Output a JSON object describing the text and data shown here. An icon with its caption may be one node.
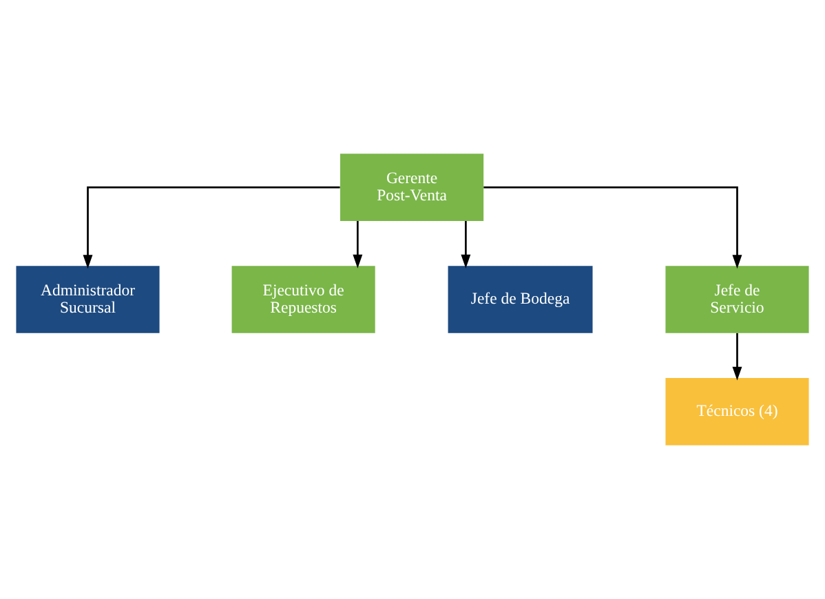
{
  "diagram": {
    "nodes": [
      {
        "text": [
          "Gerente Post-Venta"
        ]
      },
      {
        "text": [
          "Administrador Sucursal"
        ]
      },
      {
        "text": [
          "Ejecutivo de Repuestos"
        ]
      },
      {
        "text": [
          "Jefe de Bodega"
        ]
      },
      {
        "text": [
          "Jefe de Servicio"
        ]
      },
      {
        "text": [
          "Técnicos (4)"
        ]
      }
    ],
    "edges": [
      {
        "from": 0,
        "to": 1,
        "arrow": "to"
      },
      {
        "from": 0,
        "to": 2,
        "arrow": "to"
      },
      {
        "from": 0,
        "to": 3,
        "arrow": "to"
      },
      {
        "from": 0,
        "to": 4,
        "arrow": "to"
      },
      {
        "from": 4,
        "to": 5,
        "arrow": "to"
      }
    ]
  }
}
